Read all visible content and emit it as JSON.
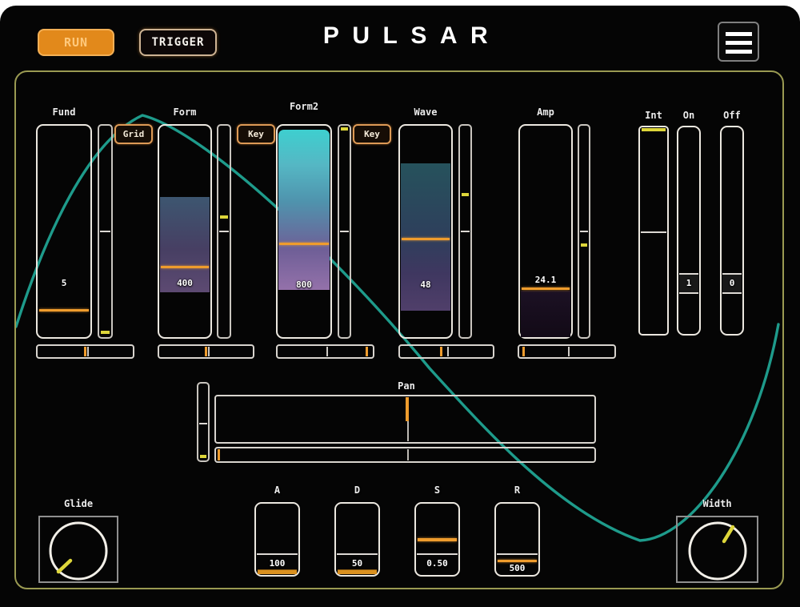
{
  "colors": {
    "accent_orange": "#ef9c2d",
    "tick_yellow": "#ddd63a",
    "curve_teal": "#20a392",
    "panel_border": "#9a9a52",
    "run_orange": "#e2891b",
    "form_fill_top": "#3d5670",
    "form_fill_bottom": "#5d4a72",
    "form2_fill_top": "#3ecfcf",
    "form2_fill_bottom": "#9471aa",
    "wave_fill_top": "#26525c",
    "wave_fill_bottom": "#503f6a"
  },
  "topbar": {
    "run": "RUN",
    "trigger": "TRIGGER",
    "title": "PULSAR",
    "menu_icon": "hamburger-icon"
  },
  "buttons": {
    "grid": "Grid",
    "key_form": "Key",
    "key_form2": "Key"
  },
  "columns": {
    "fund": {
      "label": "Fund",
      "value": "5"
    },
    "form": {
      "label": "Form",
      "value": "400"
    },
    "form2": {
      "label": "Form2",
      "value": "800"
    },
    "wave": {
      "label": "Wave",
      "value": "48"
    },
    "amp": {
      "label": "Amp",
      "value": "24.1"
    },
    "int": {
      "label": "Int"
    },
    "on": {
      "label": "On",
      "value": "1"
    },
    "off": {
      "label": "Off",
      "value": "0"
    }
  },
  "pan": {
    "label": "Pan"
  },
  "envelope": {
    "a": {
      "label": "A",
      "value": "100"
    },
    "d": {
      "label": "D",
      "value": "50"
    },
    "s": {
      "label": "S",
      "value": "0.50"
    },
    "r": {
      "label": "R",
      "value": "500"
    }
  },
  "knobs": {
    "glide": {
      "label": "Glide"
    },
    "width": {
      "label": "Width"
    }
  }
}
